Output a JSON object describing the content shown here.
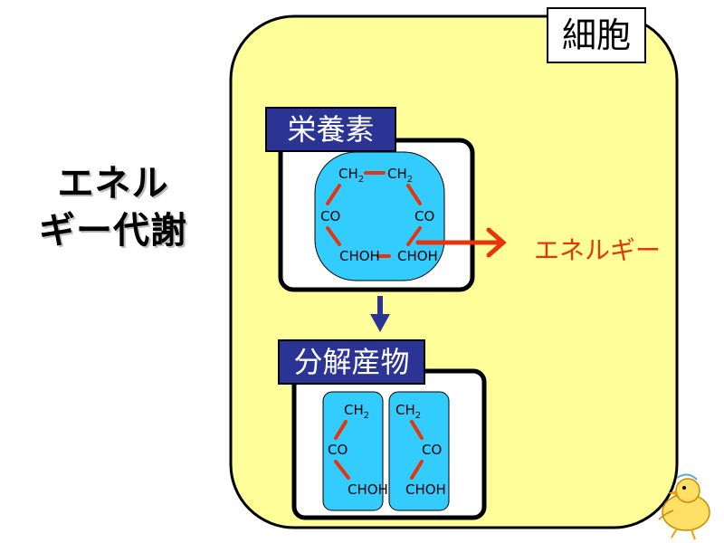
{
  "title": {
    "line1": "エネル",
    "line2": "ギー代謝"
  },
  "cell_label": "細胞",
  "nutrient": {
    "label": "栄養素",
    "molecule": {
      "top_left": "CH",
      "top_right": "CH",
      "mid_left": "CO",
      "mid_right": "CO",
      "bottom_left": "CHOH",
      "bottom_right": "CHOH",
      "subscript": "2"
    }
  },
  "energy_label": "エネルギー",
  "products": {
    "label": "分解産物",
    "fragments": [
      {
        "top": "CH",
        "sub": "2",
        "mid": "CO",
        "bottom": "CHOH"
      },
      {
        "top": "CH",
        "sub": "2",
        "mid": "CO",
        "bottom": "CHOH"
      }
    ]
  },
  "colors": {
    "cell_fill": "#ffff99",
    "tag_fill": "#2b3494",
    "molecule_fill": "#33ccff",
    "bond": "#e8340c",
    "energy": "#e8340c",
    "flow_arrow": "#2b3494"
  },
  "icons": [
    "chick-icon",
    "energy-arrow-icon",
    "down-arrow-icon"
  ]
}
